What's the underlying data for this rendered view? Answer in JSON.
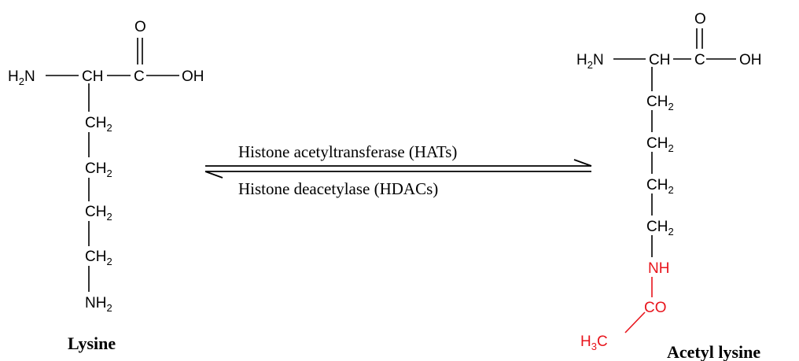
{
  "lysine": {
    "h2n_main": "H",
    "h2n_sub": "2",
    "h2n_tail": "N",
    "ch": "CH",
    "c": "C",
    "o": "O",
    "oh": "OH",
    "ch2_main": "CH",
    "ch2_sub": "2",
    "nh2_main": "NH",
    "nh2_sub": "2",
    "name": "Lysine"
  },
  "reaction": {
    "forward": "Histone acetyltransferase (HATs)",
    "reverse": "Histone deacetylase (HDACs)"
  },
  "acetyl_lysine": {
    "h2n_main": "H",
    "h2n_sub": "2",
    "h2n_tail": "N",
    "ch": "CH",
    "c": "C",
    "o": "O",
    "oh": "OH",
    "ch2_main": "CH",
    "ch2_sub": "2",
    "nh": "NH",
    "co": "CO",
    "h3c_main": "H",
    "h3c_sub": "3",
    "h3c_tail": "C",
    "name": "Acetyl lysine",
    "highlight_color": "#e8141c"
  },
  "colors": {
    "ink": "#000000",
    "acetyl": "#e8141c"
  }
}
